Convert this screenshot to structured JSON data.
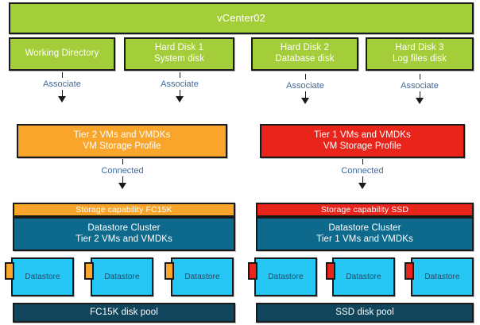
{
  "diagram": {
    "title": "vCenter02 tiered VM storage profile diagram",
    "colors": {
      "green": "#a4ce39",
      "orange": "#f9a52b",
      "red": "#e8241b",
      "teal": "#0e6a8c",
      "dark_teal": "#10455c",
      "cyan": "#26c6f5",
      "connector_label": "#41689c",
      "outline": "#1a1a1a"
    },
    "vcenter": {
      "label": "vCenter02"
    },
    "disks": [
      {
        "line1": "Working Directory",
        "line2": ""
      },
      {
        "line1": "Hard Disk 1",
        "line2": "System disk"
      },
      {
        "line1": "Hard Disk 2",
        "line2": "Database disk"
      },
      {
        "line1": "Hard Disk 3",
        "line2": "Log files disk"
      }
    ],
    "associate_labels": [
      "Associate",
      "Associate",
      "Associate",
      "Associate"
    ],
    "profiles": [
      {
        "line1": "Tier 2 VMs and VMDKs",
        "line2": "VM Storage Profile"
      },
      {
        "line1": "Tier 1 VMs and VMDKs",
        "line2": "VM Storage Profile"
      }
    ],
    "connected_labels": [
      "Connected",
      "Connected"
    ],
    "capabilities": [
      {
        "label": "Storage capability FC15K"
      },
      {
        "label": "Storage capability SSD"
      }
    ],
    "clusters": [
      {
        "line1": "Datastore Cluster",
        "line2": "Tier 2 VMs and VMDKs"
      },
      {
        "line1": "Datastore Cluster",
        "line2": "Tier 1 VMs and VMDKs"
      }
    ],
    "datastores": {
      "left": [
        "Datastore",
        "Datastore",
        "Datastore"
      ],
      "right": [
        "Datastore",
        "Datastore",
        "Datastore"
      ]
    },
    "pools": [
      {
        "label": "FC15K disk pool"
      },
      {
        "label": "SSD disk pool"
      }
    ]
  }
}
